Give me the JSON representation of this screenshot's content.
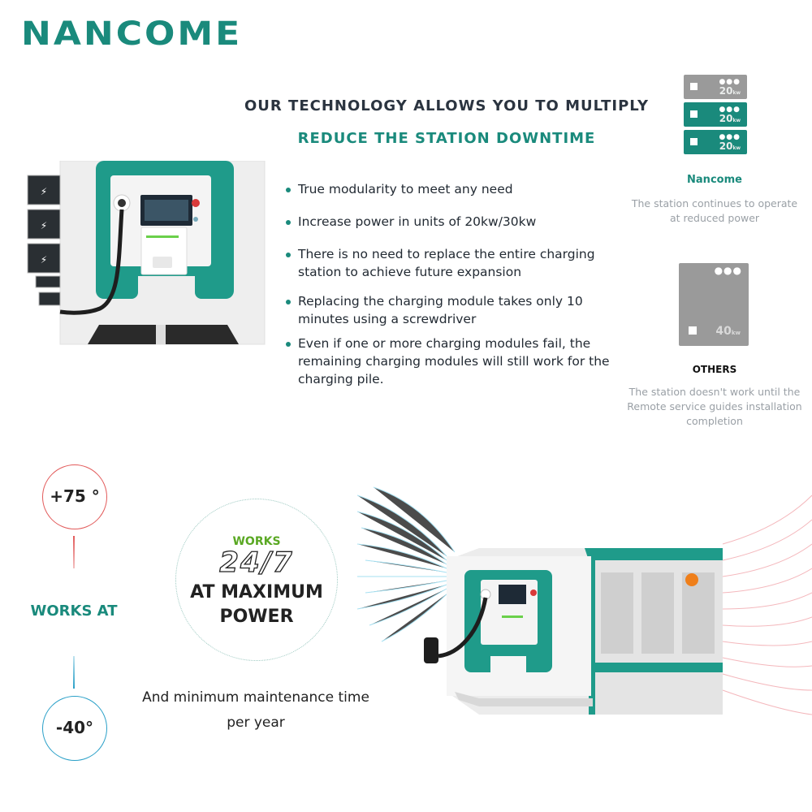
{
  "brand": {
    "logo_text": "NANCOME"
  },
  "headline": {
    "line1": "OUR TECHNOLOGY ALLOWS YOU TO MULTIPLY",
    "line2": "REDUCE THE STATION DOWNTIME"
  },
  "features": [
    "True modularity to meet any need",
    "Increase power in units of 20kw/30kw",
    "There is no need to replace the entire charging station to achieve future expansion",
    "Replacing the charging module takes only 10 minutes using a screwdriver",
    "Even if one or more charging modules fail, the remaining charging modules will still work for the charging pile."
  ],
  "comparison": {
    "nancome": {
      "modules": [
        {
          "power": "20",
          "unit": "kw",
          "status": "failed",
          "color": "#9a9a9a"
        },
        {
          "power": "20",
          "unit": "kw",
          "status": "working",
          "color": "#1a8a7c"
        },
        {
          "power": "20",
          "unit": "kw",
          "status": "working",
          "color": "#1a8a7c"
        }
      ],
      "label": "Nancome",
      "description": "The station continues to operate at reduced power"
    },
    "others": {
      "module": {
        "power": "40",
        "unit": "kw",
        "color": "#9a9a9a"
      },
      "label": "OTHERS",
      "description": "The station doesn't work until the Remote service guides installation completion"
    }
  },
  "temperature": {
    "max": "+75 °",
    "min": "-40°",
    "label": "WORKS AT"
  },
  "badge": {
    "works": "WORKS",
    "hours": "24/7",
    "line1": "AT MAXIMUM",
    "line2": "POWER"
  },
  "maintenance": "And minimum maintenance time per year",
  "colors": {
    "brand": "#1a8a7c",
    "hot": "#e25a5a",
    "cold": "#2aa0c8",
    "module_gray": "#9a9a9a"
  },
  "images": [
    "charger-front-with-modules",
    "charger-unit-with-airflow"
  ]
}
